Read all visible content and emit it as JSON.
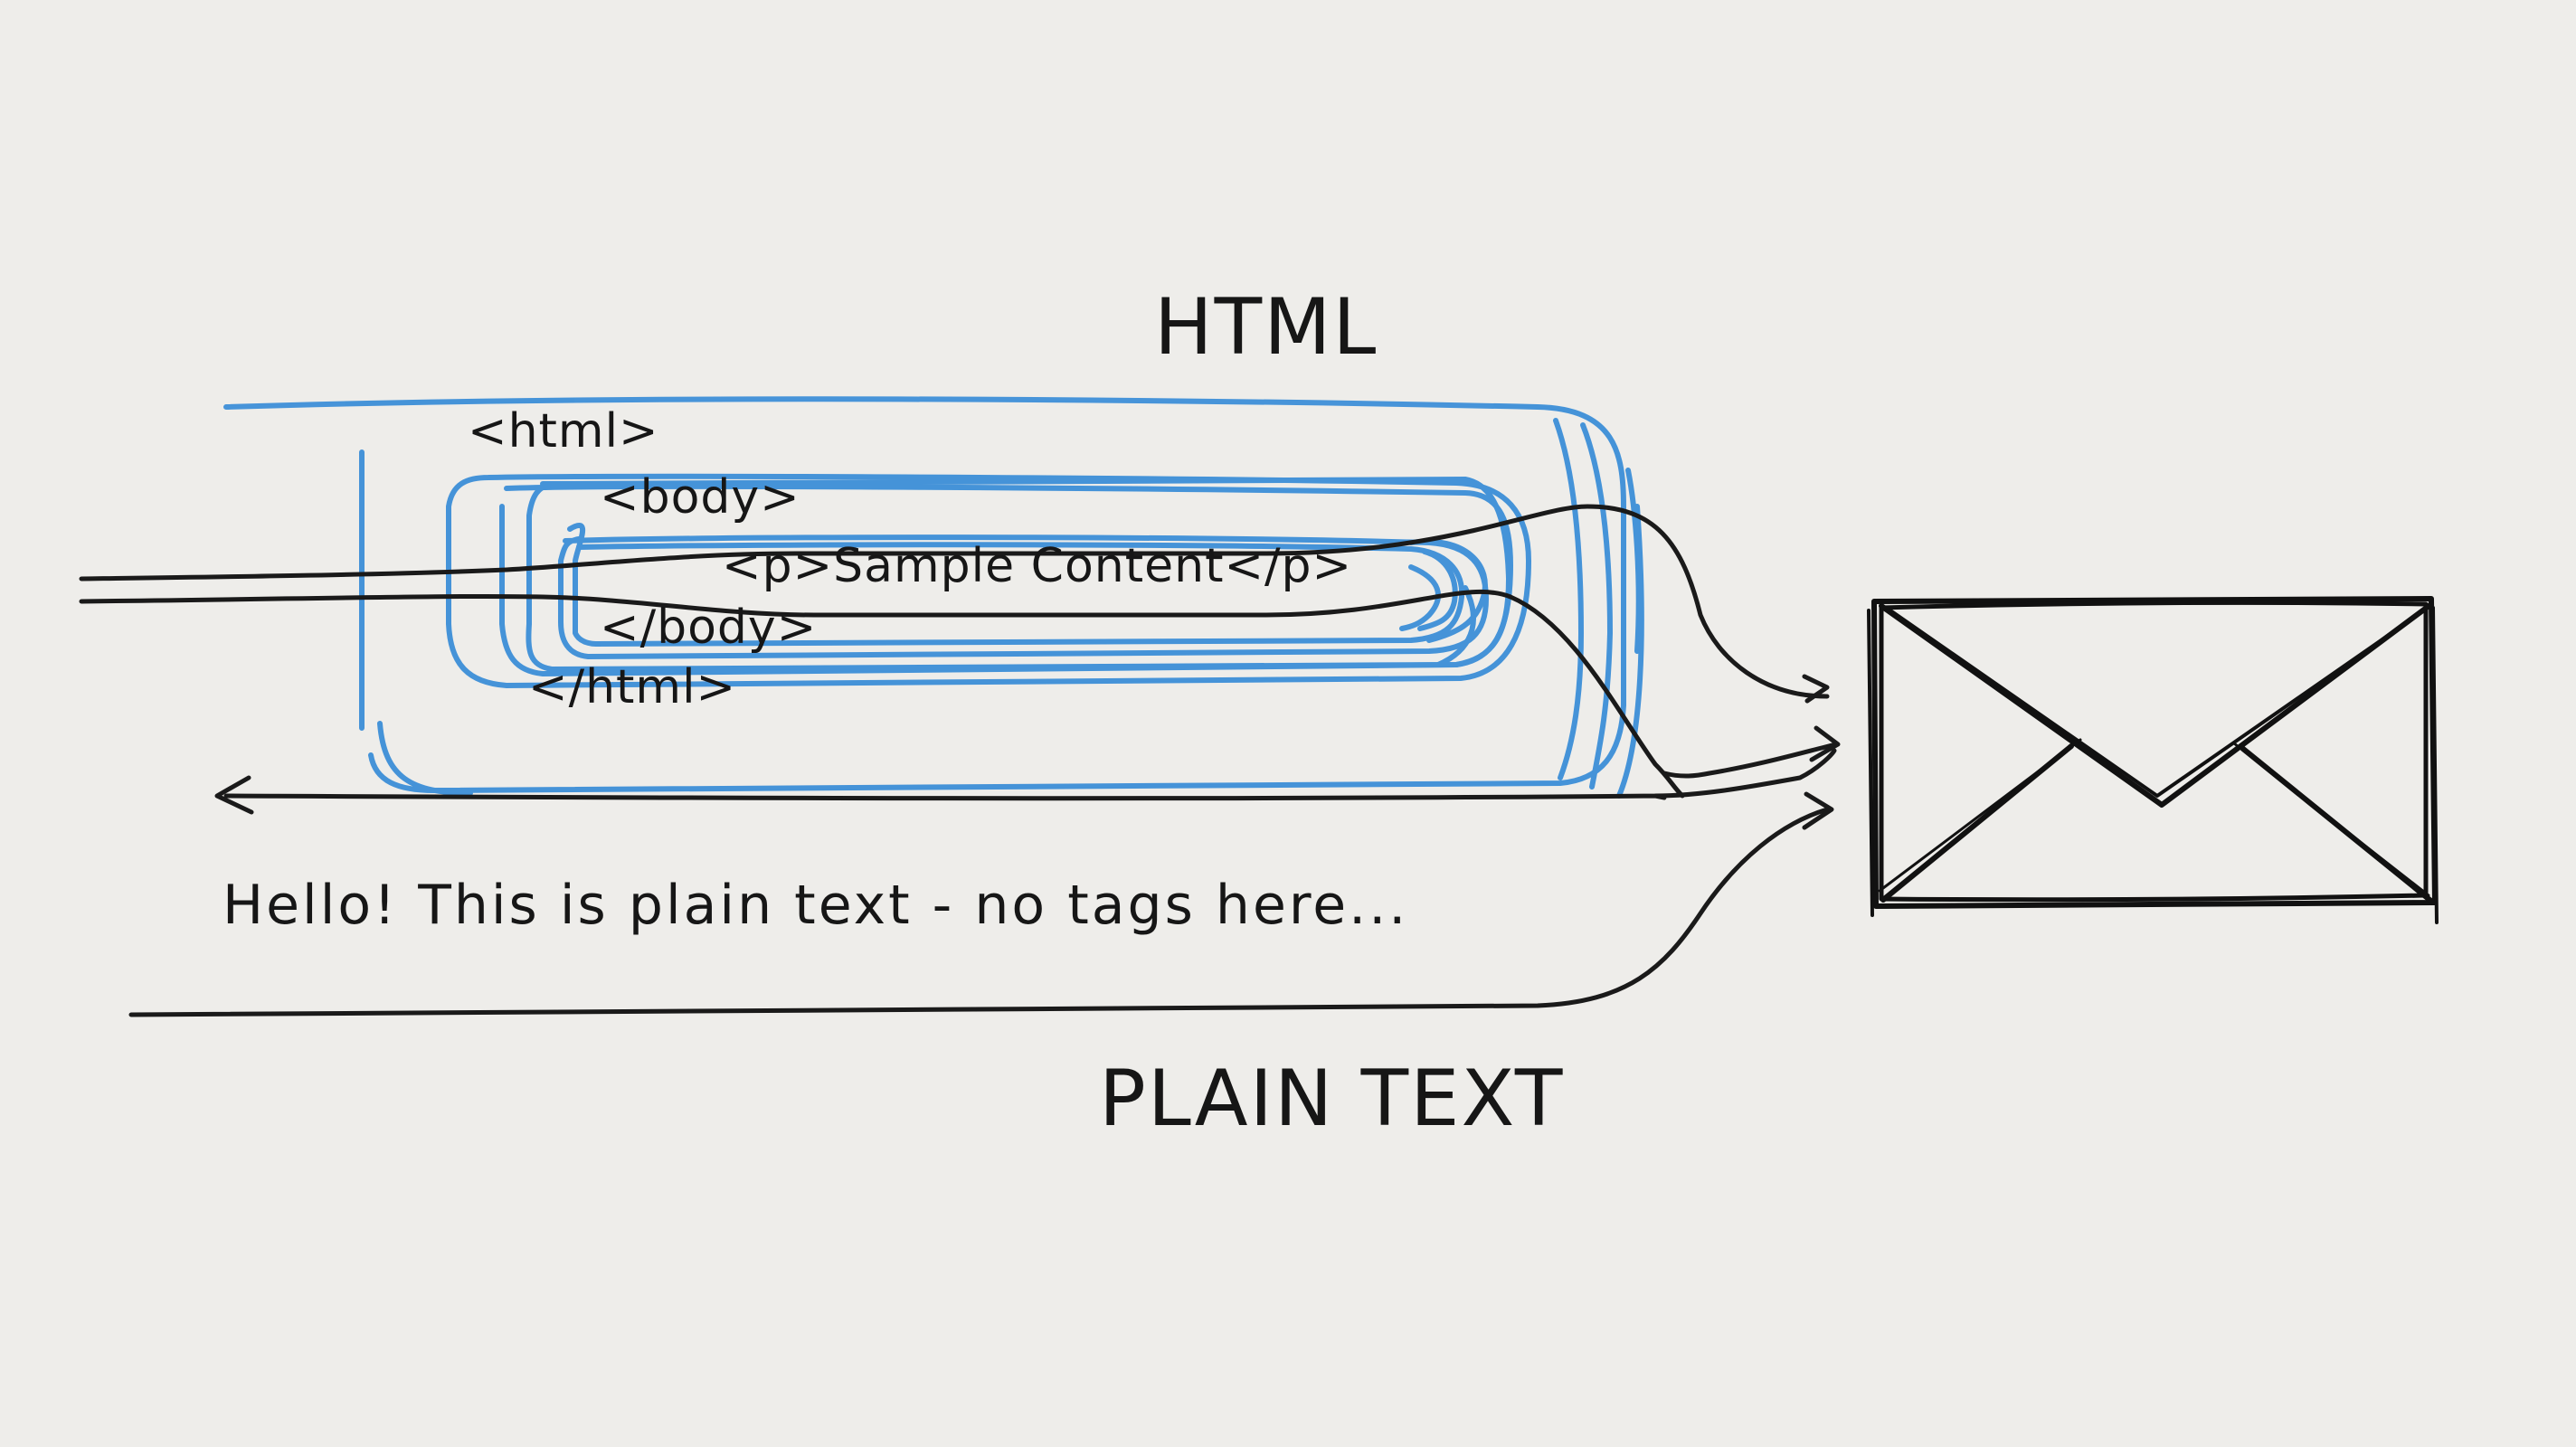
{
  "labels": {
    "html_title": "HTML",
    "plain_title": "PLAIN TEXT"
  },
  "html_code": {
    "open_html": "<html>",
    "open_body": "<body>",
    "paragraph": "<p>Sample Content</p>",
    "close_body": "</body>",
    "close_html": "</html>"
  },
  "plain_text_sample": "Hello! This is plain text - no tags here...",
  "icons": {
    "envelope": "envelope-icon",
    "arrow": "arrow-icon"
  },
  "colors": {
    "background": "#eeedea",
    "ink": "#161616",
    "html_outline": "#3d8fd8"
  }
}
